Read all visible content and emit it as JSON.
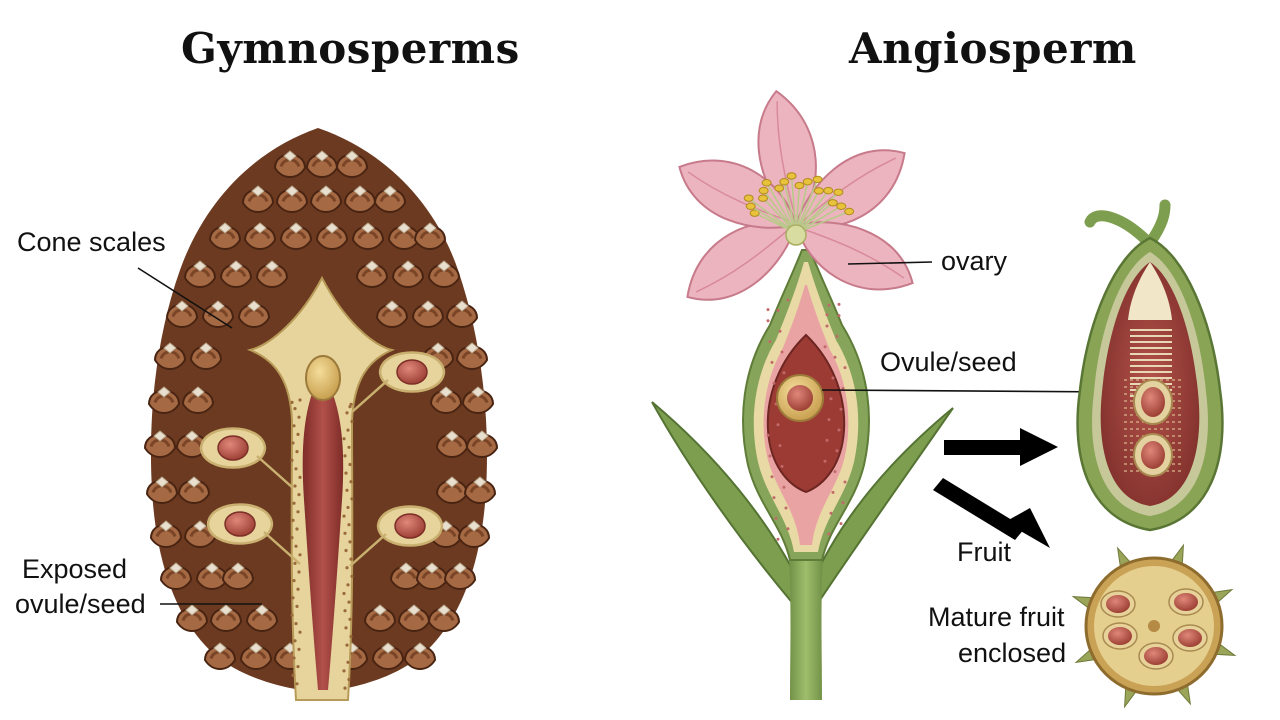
{
  "titles": {
    "left": "Gymnosperms",
    "right": "Angiosperm"
  },
  "labels": {
    "cone_scales": "Cone scales",
    "exposed_line1": "Exposed",
    "exposed_line2": "ovule/seed",
    "ovary": "ovary",
    "ovule_seed": "Ovule/seed",
    "fruit": "Fruit",
    "mature_line1": "Mature fruit",
    "mature_line2": "enclosed"
  },
  "colors": {
    "cone_dark": "#4a2412",
    "cone_mid": "#7a4426",
    "cone_light": "#a56a44",
    "scale_tip": "#e9dfcf",
    "tissue_cream": "#e6d49c",
    "tissue_cream_dark": "#c9b070",
    "ovule_red": "#b85a4f",
    "core_red": "#9a3a35",
    "petal_pink": "#ecb4bf",
    "petal_vein": "#d98a9a",
    "stem_green": "#86a55a",
    "leaf_green": "#7d9e4f",
    "fruit_green": "#8aa456",
    "stamen_yellow": "#e8c23a",
    "arrow": "#000000"
  }
}
